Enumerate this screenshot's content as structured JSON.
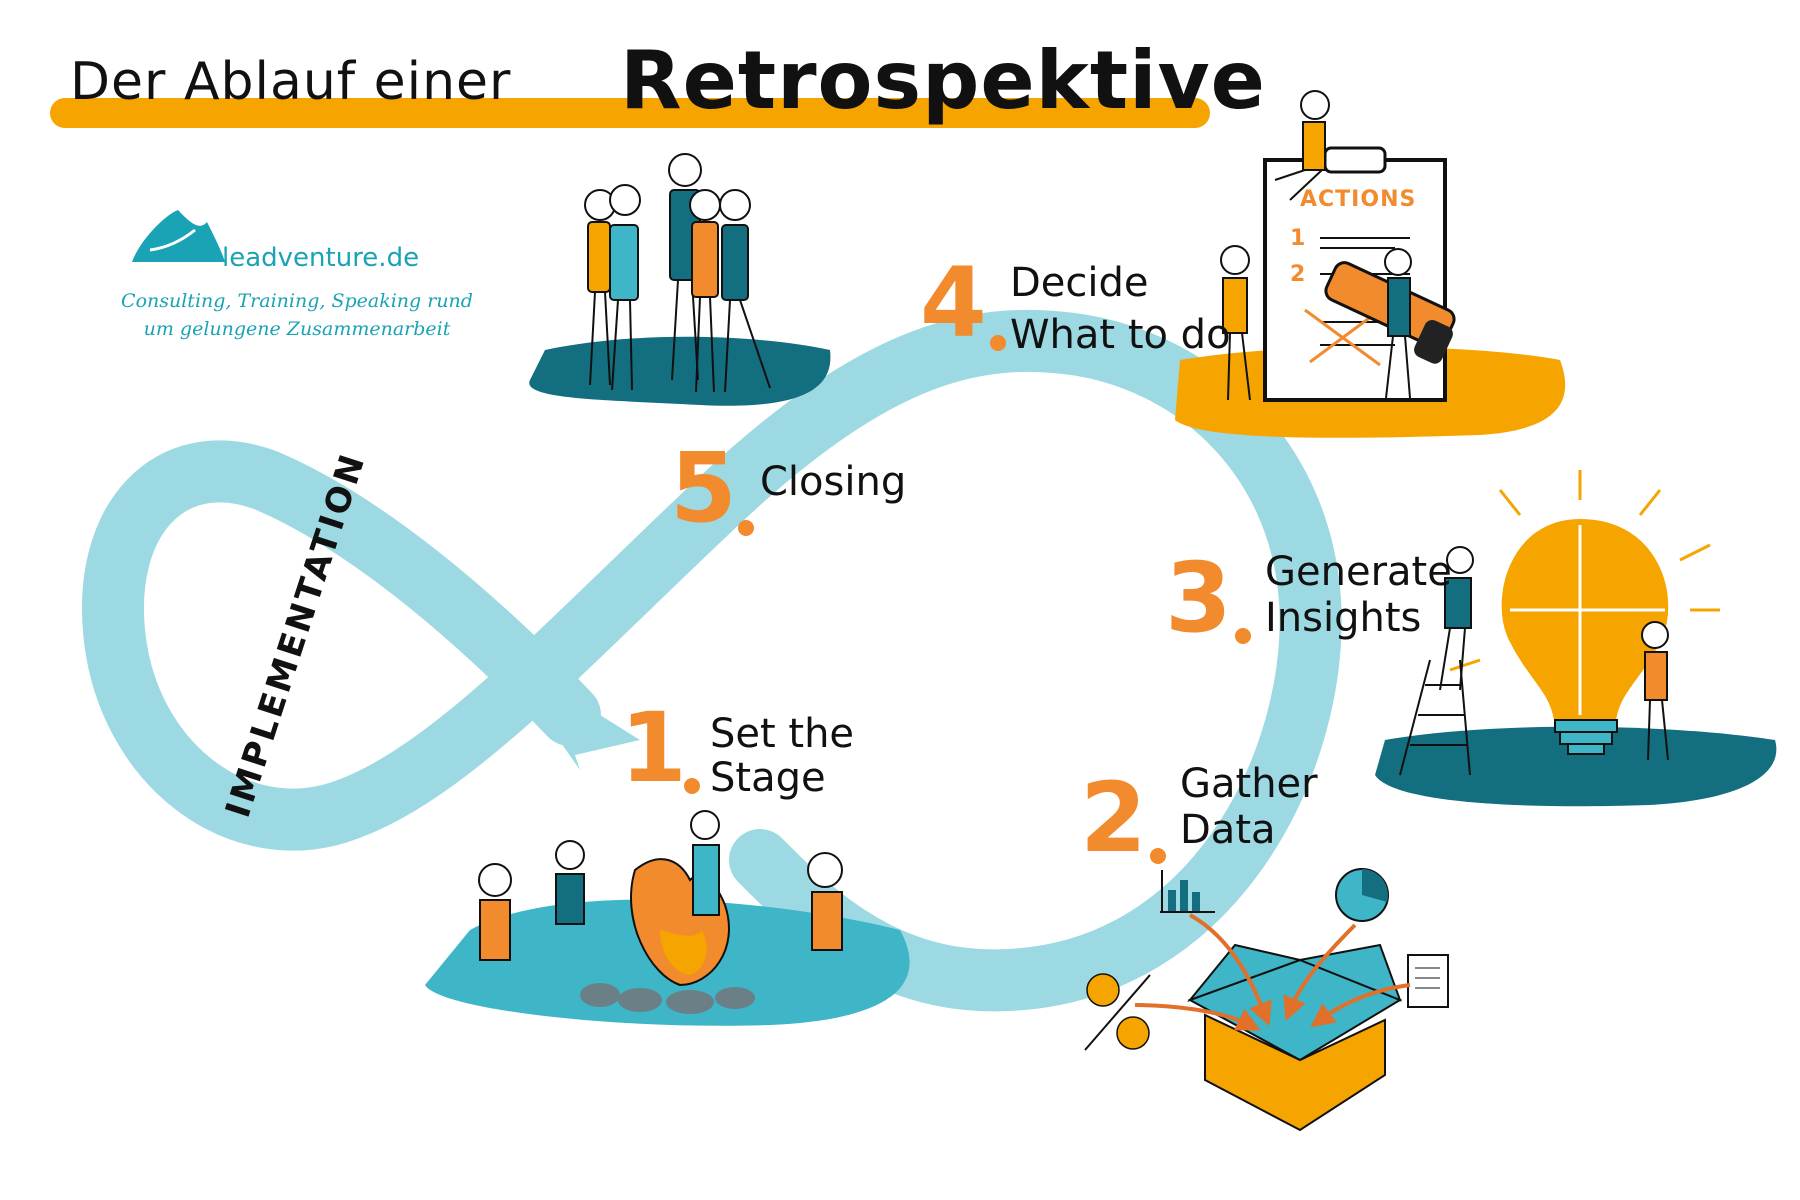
{
  "title": {
    "prefix": "Der Ablauf einer",
    "emphasis": "Retrospektive"
  },
  "brand": {
    "name": "leadventure.de",
    "tagline": "Consulting, Training, Speaking rund um gelungene Zusammenarbeit",
    "logo_icon": "mountain-logo-icon"
  },
  "loop_label": "IMPLEMENTATION",
  "steps": [
    {
      "number": "1",
      "line1": "Set the",
      "line2": "Stage"
    },
    {
      "number": "2",
      "line1": "Gather",
      "line2": "Data"
    },
    {
      "number": "3",
      "line1": "Generate",
      "line2": "Insights"
    },
    {
      "number": "4",
      "line1": "Decide",
      "line2": "What to do"
    },
    {
      "number": "5",
      "line1": "Closing",
      "line2": ""
    }
  ],
  "clipboard": {
    "heading": "ACTIONS",
    "items": [
      "1",
      "2"
    ]
  },
  "colors": {
    "accent_orange": "#f28a2e",
    "title_bar": "#f6a400",
    "loop_blue": "#9dd9e3",
    "teal_dark": "#136f80",
    "teal_light": "#3fb5c8",
    "brand_teal": "#1aa2b5"
  }
}
